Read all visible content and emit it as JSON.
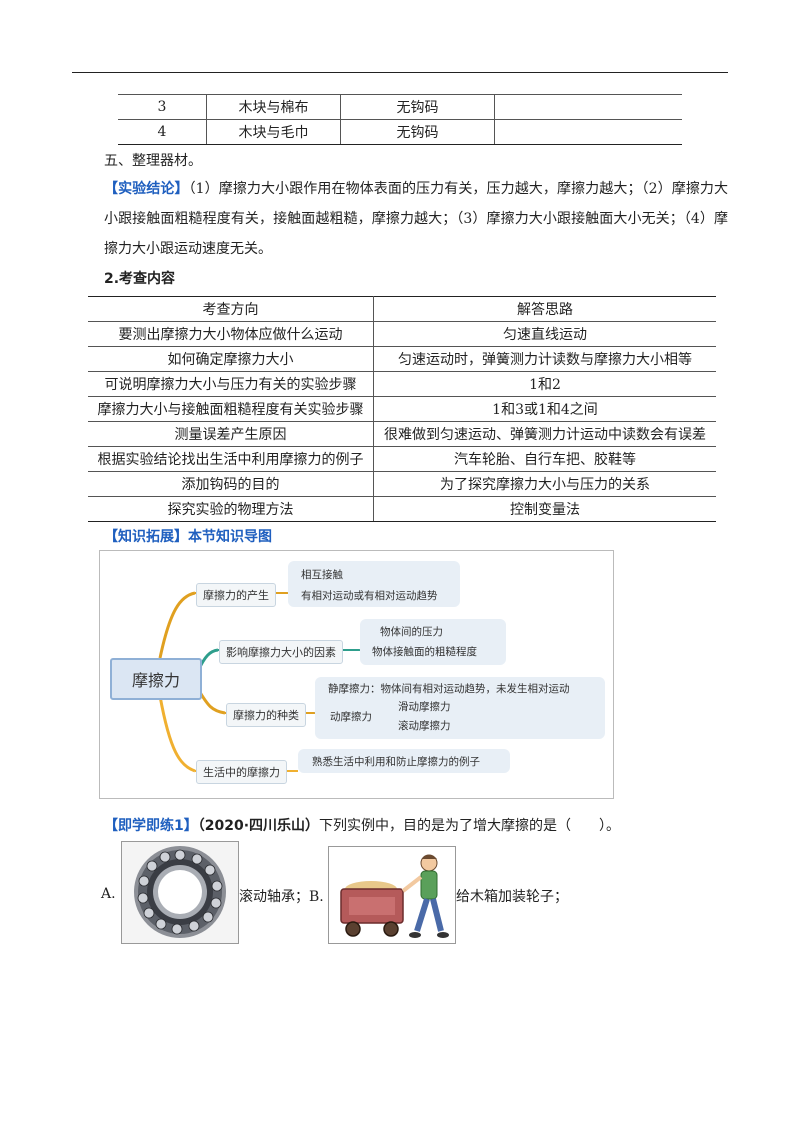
{
  "top_table": {
    "rows": [
      [
        "3",
        "木块与棉布",
        "无钩码",
        ""
      ],
      [
        "4",
        "木块与毛巾",
        "无钩码",
        ""
      ]
    ]
  },
  "step5": "五、整理器材。",
  "conclusion": {
    "label": "【实验结论】",
    "text": "（1）摩擦力大小跟作用在物体表面的压力有关，压力越大，摩擦力越大；（2）摩擦力大小跟接触面粗糙程度有关，接触面越粗糙，摩擦力越大；（3）摩擦力大小跟接触面大小无关；（4）摩擦力大小跟运动速度无关。"
  },
  "section2_title": "2.考查内容",
  "review_table": {
    "headers": [
      "考查方向",
      "解答思路"
    ],
    "rows": [
      [
        "要测出摩擦力大小物体应做什么运动",
        "匀速直线运动"
      ],
      [
        "如何确定摩擦力大小",
        "匀速运动时，弹簧测力计读数与摩擦力大小相等"
      ],
      [
        "可说明摩擦力大小与压力有关的实验步骤",
        "1和2"
      ],
      [
        "摩擦力大小与接触面粗糙程度有关实验步骤",
        "1和3或1和4之间"
      ],
      [
        "测量误差产生原因",
        "很难做到匀速运动、弹簧测力计运动中读数会有误差"
      ],
      [
        "根据实验结论找出生活中利用摩擦力的例子",
        "汽车轮胎、自行车把、胶鞋等"
      ],
      [
        "添加钩码的目的",
        "为了探究摩擦力大小与压力的关系"
      ],
      [
        "探究实验的物理方法",
        "控制变量法"
      ]
    ]
  },
  "knowledge_heading": "【知识拓展】本节知识导图",
  "mindmap": {
    "root": "摩擦力",
    "branches": [
      {
        "label": "摩擦力的产生",
        "leaves": [
          "相互接触",
          "有相对运动或有相对运动趋势"
        ]
      },
      {
        "label": "影响摩擦力大小的因素",
        "leaves": [
          "物体间的压力",
          "物体接触面的粗糙程度"
        ]
      },
      {
        "label": "摩擦力的种类",
        "leaves": [
          "静摩擦力：物体间有相对运动趋势，未发生相对运动",
          "动摩擦力"
        ],
        "sub_leaves": [
          "滑动摩擦力",
          "滚动摩擦力"
        ]
      },
      {
        "label": "生活中的摩擦力",
        "leaves": [
          "熟悉生活中利用和防止摩擦力的例子"
        ]
      }
    ],
    "colors": {
      "line1": "#e0a020",
      "line2": "#2e9e8c",
      "line3": "#e0a020",
      "line4": "#f0b030"
    }
  },
  "exercise": {
    "label": "【即学即练1】",
    "source": "（2020·四川乐山）",
    "question": "下列实例中，目的是为了增大摩擦的是（　　）。",
    "option_a_prefix": "A.",
    "option_a_text": "滚动轴承；B.",
    "option_b_text": "给木箱加装轮子；"
  }
}
